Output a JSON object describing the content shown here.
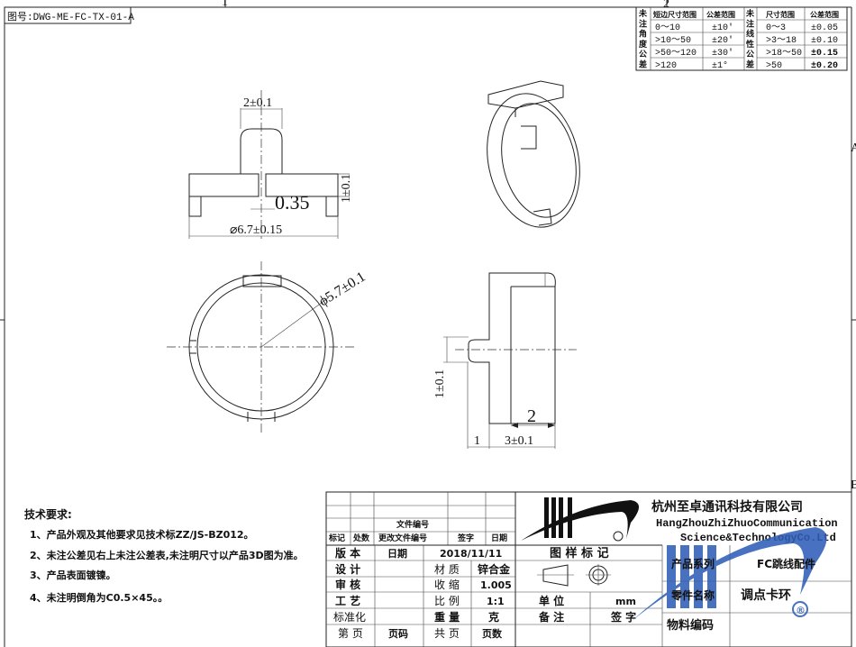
{
  "drawing_number": "图号:DWG-ME-FC-TX-01-A",
  "zones": {
    "col1": "1",
    "col2": "2",
    "rowA": "A",
    "rowB": "B"
  },
  "tolerance_table": {
    "angle_label": [
      "未",
      "注",
      "角",
      "度",
      "公",
      "差"
    ],
    "linear_label": [
      "未",
      "注",
      "线",
      "性",
      "公",
      "差"
    ],
    "angle_headers": [
      "短边尺寸范围",
      "公差范围"
    ],
    "linear_headers": [
      "尺寸范围",
      "公差范围"
    ],
    "angle_rows": [
      [
        "0～10",
        "±10'"
      ],
      [
        ">10～50",
        "±20'"
      ],
      [
        ">50～120",
        "±30'"
      ],
      [
        ">120",
        "±1°"
      ]
    ],
    "linear_rows": [
      [
        "0～3",
        "±0.05"
      ],
      [
        ">3～18",
        "±0.10"
      ],
      [
        ">18～50",
        "±0.15"
      ],
      [
        ">50",
        "±0.20"
      ]
    ]
  },
  "dimensions": {
    "tab_width": "2±0.1",
    "slot_gap": "0.35",
    "base_height": "1±0.1",
    "outer_diameter": "⌀6.7±0.15",
    "inner_diameter": "ϕ5.7±0.1",
    "side_tab_height": "1±0.1",
    "side_offset": "1",
    "side_depth": "3±0.1",
    "side_width": "2"
  },
  "tech_requirements": {
    "title": "技术要求:",
    "items": [
      "1、产品外观及其他要求见技术标ZZ/JS-BZ012。",
      "2、未注公差见右上未注公差表,未注明尺寸以产品3D图为准。",
      "3、产品表面镀镍。",
      "4、未注明倒角为C0.5×45。。"
    ]
  },
  "title_block": {
    "revision_headers": [
      "标记",
      "处数",
      "更改文件编号",
      "签字",
      "日期"
    ],
    "file_number_label": "文件编号",
    "version_label": "版 本",
    "date_label": "日期",
    "date_value": "2018/11/11",
    "design_label": "设 计",
    "review_label": "审 核",
    "process_label": "工 艺",
    "standard_label": "标准化",
    "page_label": "第 页",
    "page_value": "页码",
    "material_label": "材 质",
    "material_value": "锌合金",
    "shrink_label": "收 缩",
    "shrink_value": "1.005",
    "scale_label": "比 例",
    "scale_value": "1:1",
    "weight_label": "重 量",
    "weight_value": "克",
    "total_label": "共 页",
    "total_value": "页数",
    "sample_mark": "图 样 标 记",
    "unit_label": "单 位",
    "unit_value": "mm",
    "remark_label": "备 注",
    "sign_label": "签 字",
    "company_cn": "杭州至卓通讯科技有限公司",
    "company_en_1": "HangZhouZhiZhuoCommunication",
    "company_en_2": "Science&TechnologyCo.Ltd",
    "series_label": "产品系列",
    "series_value": "FC跳线配件",
    "part_name_label": "零件名称",
    "part_name_value": "调点卡环",
    "material_code_label": "物料编码",
    "registered": "®"
  },
  "colors": {
    "line": "#222222",
    "watermark": "#2f5fb8"
  }
}
